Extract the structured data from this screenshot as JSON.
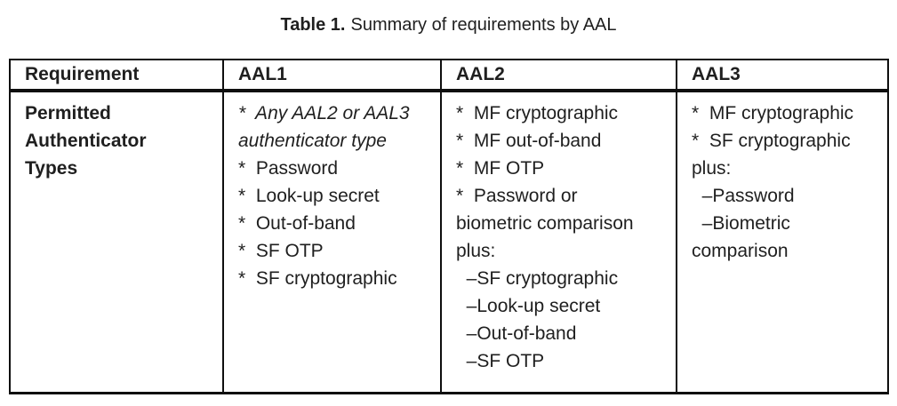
{
  "caption": {
    "label": "Table 1.",
    "text": "Summary of requirements by AAL"
  },
  "table": {
    "headers": [
      "Requirement",
      "AAL1",
      "AAL2",
      "AAL3"
    ],
    "row_header": "Permitted Authenticator Types",
    "cells": [
      {
        "column": "AAL1",
        "lines": [
          {
            "t": "*  Any AAL2 or AAL3",
            "i": true
          },
          {
            "t": "authenticator type",
            "i": true
          },
          {
            "t": "*  Password"
          },
          {
            "t": "*  Look-up secret"
          },
          {
            "t": "*  Out-of-band"
          },
          {
            "t": "*  SF OTP"
          },
          {
            "t": "*  SF cryptographic"
          }
        ]
      },
      {
        "column": "AAL2",
        "lines": [
          {
            "t": "*  MF cryptographic"
          },
          {
            "t": "*  MF out-of-band"
          },
          {
            "t": "*  MF OTP"
          },
          {
            "t": "*  Password or"
          },
          {
            "t": "biometric comparison"
          },
          {
            "t": "plus:"
          },
          {
            "t": "  –SF cryptographic"
          },
          {
            "t": "  –Look-up secret"
          },
          {
            "t": "  –Out-of-band"
          },
          {
            "t": "  –SF OTP"
          }
        ]
      },
      {
        "column": "AAL3",
        "lines": [
          {
            "t": "*  MF cryptographic"
          },
          {
            "t": "*  SF cryptographic"
          },
          {
            "t": "plus:"
          },
          {
            "t": "  –Password"
          },
          {
            "t": "  –Biometric"
          },
          {
            "t": "comparison"
          }
        ]
      }
    ]
  },
  "colors": {
    "text": "#1f1f1f",
    "border": "#0f0f0f",
    "background": "#ffffff"
  }
}
